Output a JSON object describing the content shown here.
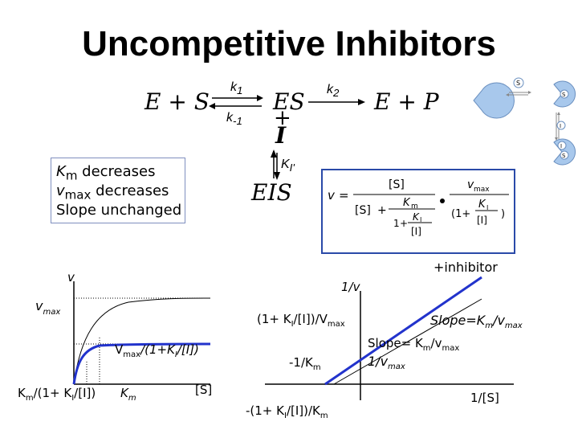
{
  "title": "Uncompetitive Inhibitors",
  "scheme": {
    "reactants": "E + S",
    "complex": "ES",
    "products": "E + P",
    "k1": "k",
    "k1_sub": "1",
    "k2": "k",
    "k2_sub": "2",
    "km1": "k",
    "km1_sub": "-1",
    "plus": "+",
    "inhibitor": "I",
    "ki": "K",
    "ki_sub": "I'",
    "eis": "EIS"
  },
  "effects": {
    "line1_sym": "K",
    "line1_sub": "m",
    "line1_rest": " decreases",
    "line2_sym": "v",
    "line2_sub": "max",
    "line2_rest": " decreases",
    "line3": "Slope unchanged"
  },
  "formula": {
    "v": "v",
    "eq": "=",
    "S": "[S]",
    "Km": "K",
    "Km_sub": "m",
    "KI": "K",
    "KI_sub": "I",
    "I": "[I]",
    "one": "1",
    "plus": "+",
    "vmax": "v",
    "vmax_sub": "max",
    "open": "(1+",
    "close": ")"
  },
  "mm_plot": {
    "y_label": "v",
    "vmax_label": "v",
    "vmax_sub": "max",
    "vmax_i_label": "V",
    "vmax_i_sub": "max",
    "vmax_i_rest": "/(1+K",
    "vmax_i_sub2": "I",
    "vmax_i_end": "/[I])",
    "km_i_label": "K",
    "km_i_sub": "m",
    "km_i_mid": "/(1+ K",
    "km_i_sub2": "I",
    "km_i_end": "/[I])",
    "km_label": "K",
    "km_sub": "m",
    "x_label": "[S]",
    "colors": {
      "uninhibited": "#000000",
      "inhibited": "#2233cc"
    }
  },
  "lb_plot": {
    "y_label": "1/v",
    "x_label": "1/[S]",
    "inhibitor_label": "+inhibitor",
    "y_int_i_pre": "(1+ K",
    "y_int_i_sub": "I",
    "y_int_i_mid": "/[I])/V",
    "y_int_i_sub2": "max",
    "slope_label": "Slope=K",
    "slope_sub": "m",
    "slope_mid": "/v",
    "slope_sub2": "max",
    "slope2_label": "Slope= K",
    "slope2_sub": "m",
    "slope2_mid": "/v",
    "slope2_sub2": "max",
    "y_int_label": "1/v",
    "y_int_sub": "max",
    "x_int_label": "-1/K",
    "x_int_sub": "m",
    "x_int_i_pre": "-(1+ K",
    "x_int_i_sub": "I",
    "x_int_i_end": "/[I])/K",
    "x_int_i_sub2": "m",
    "colors": {
      "uninhibited": "#000000",
      "inhibited": "#2233cc"
    }
  },
  "cartoon": {
    "substrate": "S",
    "inhibitor": "I",
    "colors": {
      "enzyme": "#a8c8ec",
      "outline": "#6a8fbf"
    }
  }
}
